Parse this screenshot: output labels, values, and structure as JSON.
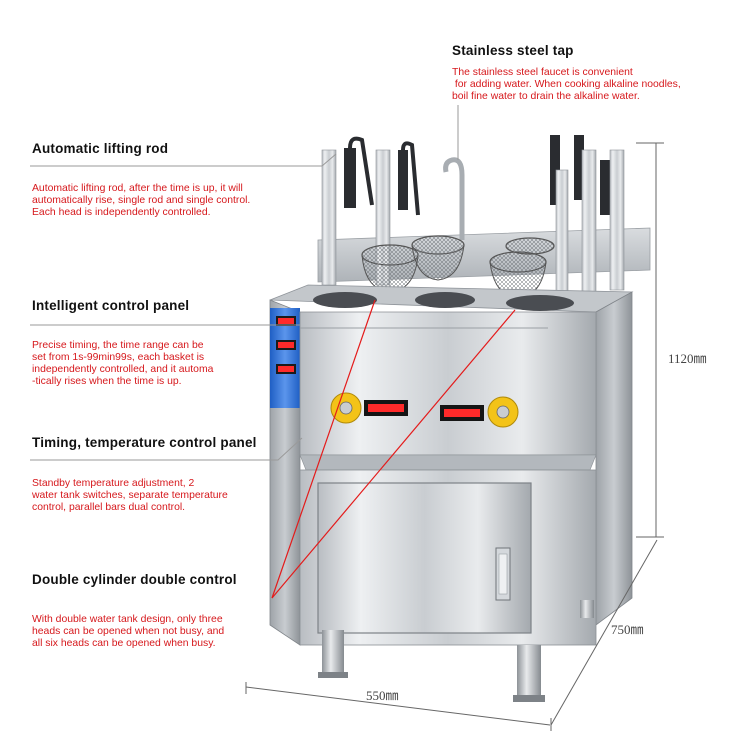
{
  "callouts": {
    "tap": {
      "title": "Stainless steel tap",
      "lines": [
        "The stainless steel faucet is convenient",
        " for adding water. When cooking alkaline noodles,",
        "boil fine water to drain the alkaline water."
      ]
    },
    "lifting_rod": {
      "title": "Automatic lifting rod",
      "lines": [
        "Automatic lifting rod, after the time is up, it will",
        "automatically rise, single rod and single control.",
        "Each head is independently controlled."
      ]
    },
    "control_panel": {
      "title": "Intelligent control panel",
      "lines": [
        "Precise timing, the time range can be",
        "set from 1s-99min99s, each basket is",
        "independently controlled, and it automa",
        "-tically rises when the time is up."
      ]
    },
    "timing_panel": {
      "title": "Timing, temperature control panel",
      "lines": [
        "Standby temperature adjustment, 2",
        "water tank switches, separate temperature",
        "control, parallel bars dual control."
      ]
    },
    "double_cylinder": {
      "title": "Double cylinder double control",
      "lines": [
        "With double water tank design, only three",
        "heads can be opened when not busy, and",
        "all six heads can be opened when busy."
      ]
    }
  },
  "dimensions": {
    "height": "1120㎜",
    "depth": "750㎜",
    "width": "550㎜"
  },
  "colors": {
    "title": "#111111",
    "description": "#d6181c",
    "leader_line": "#999999",
    "pointer_line": "#e41b1b",
    "steel_light": "#e4e6e8",
    "steel_dark": "#8a8f95",
    "panel_blue": "#2f6fd0",
    "knob_yellow": "#f3c318",
    "display_red": "#ff2a2a"
  }
}
